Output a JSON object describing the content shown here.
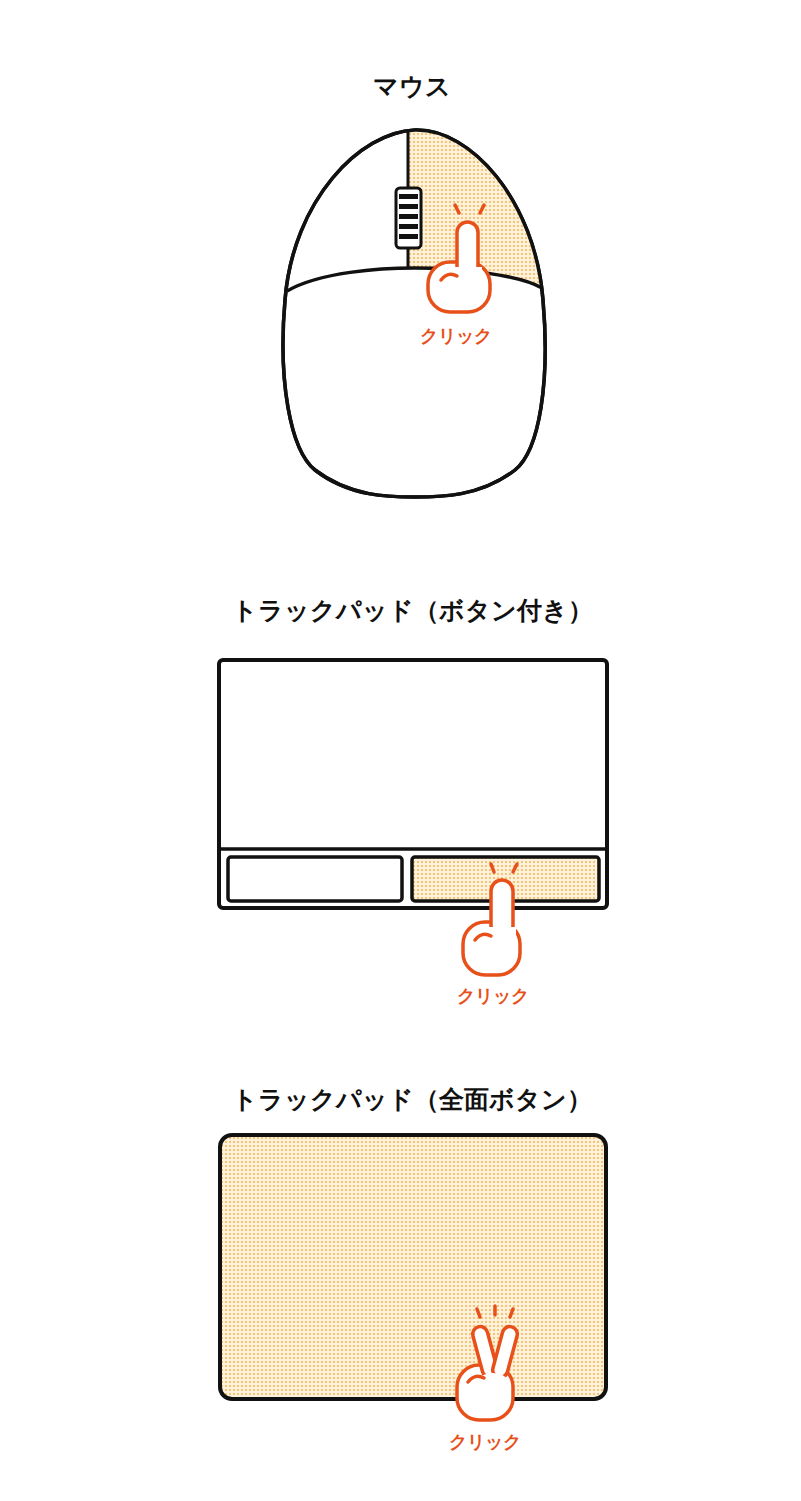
{
  "diagram": {
    "nodes": [
      {
        "text": [
          "マウス"
        ]
      },
      {
        "text": [
          "トラックパッド（ボタン付き）"
        ]
      },
      {
        "text": [
          "トラックパッド（全面ボタン）"
        ]
      }
    ],
    "labels": [
      "クリック",
      "クリック",
      "クリック"
    ]
  }
}
